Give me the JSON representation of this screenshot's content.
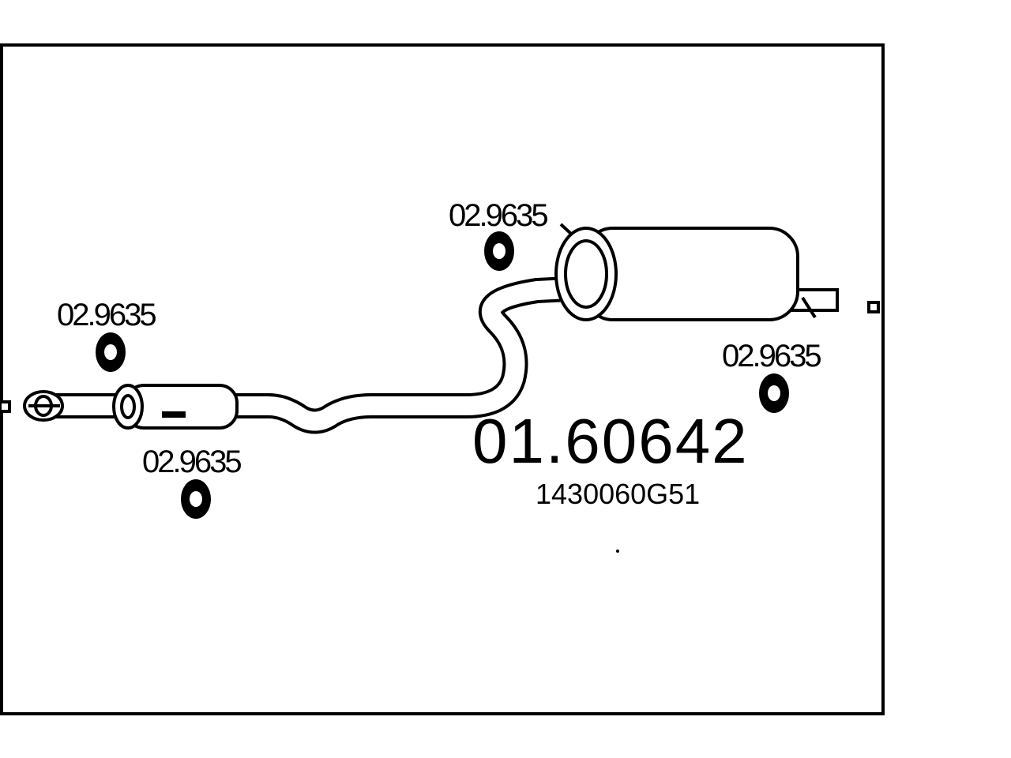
{
  "diagram": {
    "part_number": "01.60642",
    "oem_number": "1430060G51",
    "hanger_refs": [
      {
        "label": "02.9635"
      },
      {
        "label": "02.9635"
      },
      {
        "label": "02.9635"
      },
      {
        "label": "02.9635"
      }
    ]
  }
}
